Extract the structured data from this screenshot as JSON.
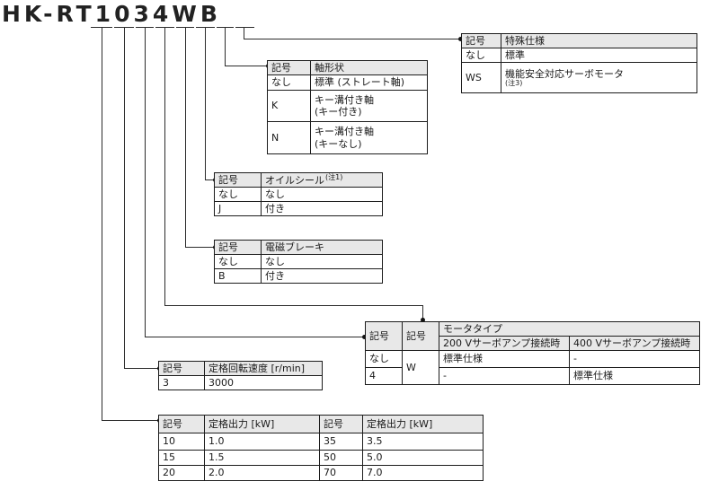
{
  "model": {
    "title": "HK-RT1034WB"
  },
  "colors": {
    "header_bg": "#e8e8e8",
    "border": "#1c1c1c",
    "line": "#2b2b2b",
    "text": "#1a1a1a"
  },
  "tables": {
    "special": {
      "header_symbol": "記号",
      "header_title": "特殊仕様",
      "rows": [
        {
          "code": "なし",
          "desc": "標準"
        },
        {
          "code": "WS",
          "desc": "機能安全対応サーボモータ",
          "note": "(注3)"
        }
      ]
    },
    "shaft": {
      "header_symbol": "記号",
      "header_title": "軸形状",
      "rows": [
        {
          "code": "なし",
          "desc1": "標準 (ストレート軸)"
        },
        {
          "code": "K",
          "desc1": "キー溝付き軸",
          "desc2": "(キー付き)"
        },
        {
          "code": "N",
          "desc1": "キー溝付き軸",
          "desc2": "(キーなし)"
        }
      ]
    },
    "oil_seal": {
      "header_symbol": "記号",
      "header_title": "オイルシール",
      "header_note": "(注1)",
      "rows": [
        {
          "code": "なし",
          "desc": "なし"
        },
        {
          "code": "J",
          "desc": "付き"
        }
      ]
    },
    "brake": {
      "header_symbol": "記号",
      "header_title": "電磁ブレーキ",
      "rows": [
        {
          "code": "なし",
          "desc": "なし"
        },
        {
          "code": "B",
          "desc": "付き"
        }
      ]
    },
    "motor_type": {
      "header_symbol_1": "記号",
      "header_symbol_2": "記号",
      "header_title": "モータタイプ",
      "header_200v": "200 Vサーボアンプ接続時",
      "header_400v": "400 Vサーボアンプ接続時",
      "shared_code": "W",
      "rows": [
        {
          "code": "なし",
          "v200": "標準仕様",
          "v400": "-"
        },
        {
          "code": "4",
          "v200": "-",
          "v400": "標準仕様"
        }
      ]
    },
    "speed": {
      "header_symbol": "記号",
      "header_title": "定格回転速度 [r/min]",
      "rows": [
        {
          "code": "3",
          "value": "3000"
        }
      ]
    },
    "output": {
      "header_symbol_1": "記号",
      "header_title_1": "定格出力 [kW]",
      "header_symbol_2": "記号",
      "header_title_2": "定格出力 [kW]",
      "rows": [
        {
          "c1": "10",
          "v1": "1.0",
          "c2": "35",
          "v2": "3.5"
        },
        {
          "c1": "15",
          "v1": "1.5",
          "c2": "50",
          "v2": "5.0"
        },
        {
          "c1": "20",
          "v1": "2.0",
          "c2": "70",
          "v2": "7.0"
        }
      ]
    }
  }
}
